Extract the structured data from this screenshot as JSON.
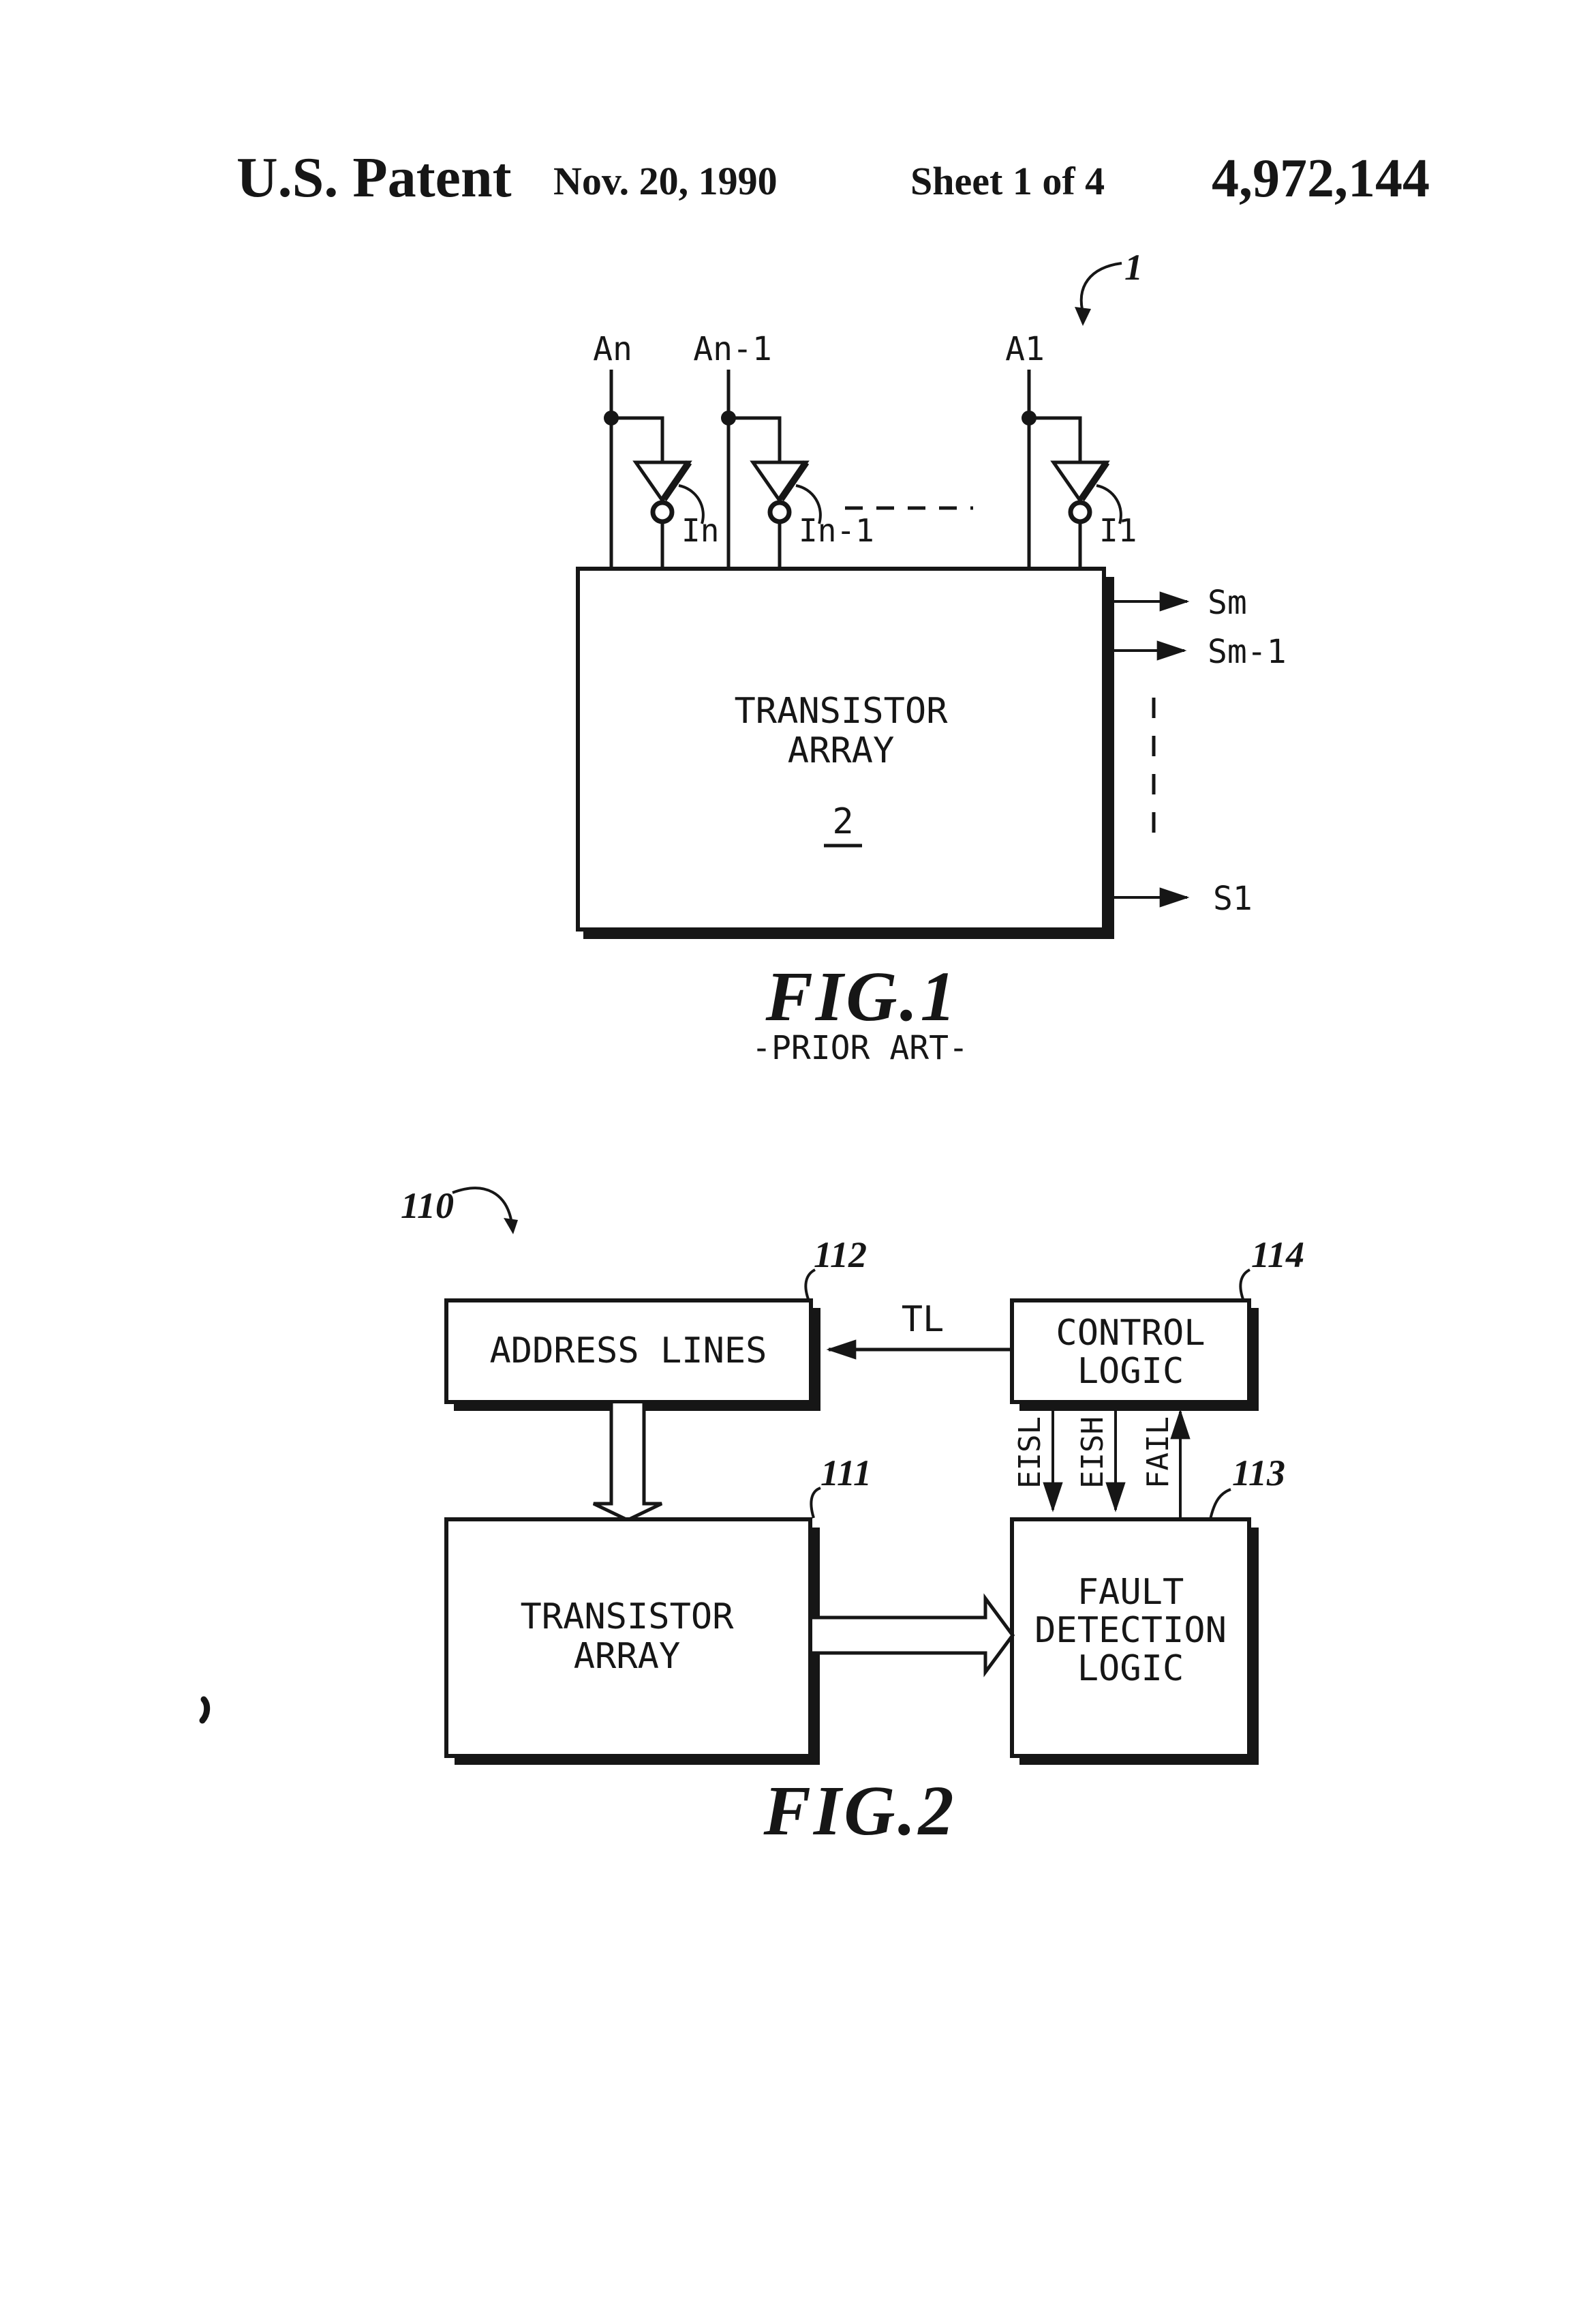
{
  "header": {
    "title": "U.S. Patent",
    "date": "Nov. 20, 1990",
    "sheet": "Sheet 1 of 4",
    "patent_number": "4,972,144"
  },
  "fig1": {
    "ref": "1",
    "inputs": [
      "An",
      "An-1",
      "A1"
    ],
    "inverters": [
      "In",
      "In-1",
      "I1"
    ],
    "box": {
      "line1": "TRANSISTOR",
      "line2": "ARRAY",
      "ref": "2"
    },
    "outputs": [
      "Sm",
      "Sm-1",
      "S1"
    ],
    "caption": "FIG.1",
    "subcaption": "-PRIOR ART-"
  },
  "fig2": {
    "ref": "110",
    "address_lines": {
      "label": "ADDRESS LINES",
      "ref": "112"
    },
    "control_logic": {
      "line1": "CONTROL",
      "line2": "LOGIC",
      "ref": "114"
    },
    "transistor_array": {
      "line1": "TRANSISTOR",
      "line2": "ARRAY",
      "ref": "111"
    },
    "fault_detection": {
      "line1": "FAULT",
      "line2": "DETECTION",
      "line3": "LOGIC",
      "ref": "113"
    },
    "signals": {
      "tl": "TL",
      "eisl": "EISL",
      "eish": "EISH",
      "fail": "FAIL"
    },
    "caption": "FIG.2"
  },
  "colors": {
    "ink": "#161616",
    "paper": "#ffffff"
  }
}
